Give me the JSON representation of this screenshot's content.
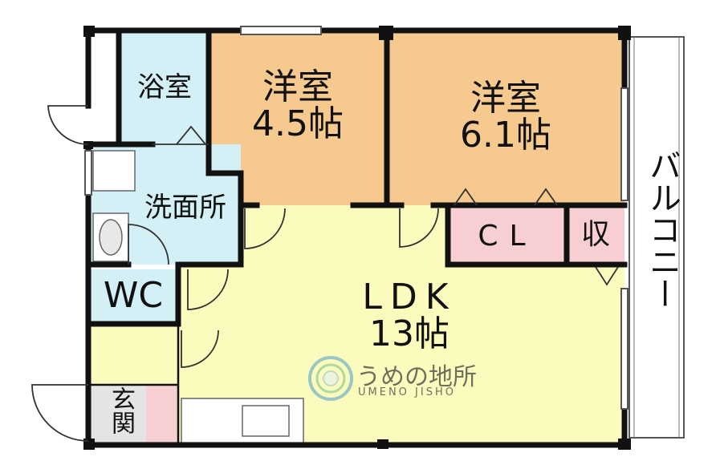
{
  "rooms": {
    "bath": {
      "label": "浴室",
      "color": "#d2f0f5"
    },
    "western1": {
      "label": "洋室",
      "size": "4.5帖",
      "color": "#f6c98f"
    },
    "western2": {
      "label": "洋室",
      "size": "6.1帖",
      "color": "#f6c98f"
    },
    "washroom": {
      "label": "洗面所",
      "color": "#d2f0f5"
    },
    "closet": {
      "label": "CL",
      "color": "#f7cfd3"
    },
    "storage": {
      "label": "収",
      "color": "#f7cfd3"
    },
    "wc": {
      "label": "WC",
      "color": "#d2f0f5"
    },
    "ldk": {
      "label": "LDK",
      "size": "13帖",
      "color": "#fbfbbe"
    },
    "entrance": {
      "label": "玄関",
      "color": "#e4e4e4"
    },
    "balcony": {
      "label": "バルコニー"
    }
  },
  "watermark": {
    "brand": "うめの地所",
    "romaji": "UMENO JISHO"
  },
  "colors": {
    "wall": "#111111",
    "line": "#444444"
  }
}
